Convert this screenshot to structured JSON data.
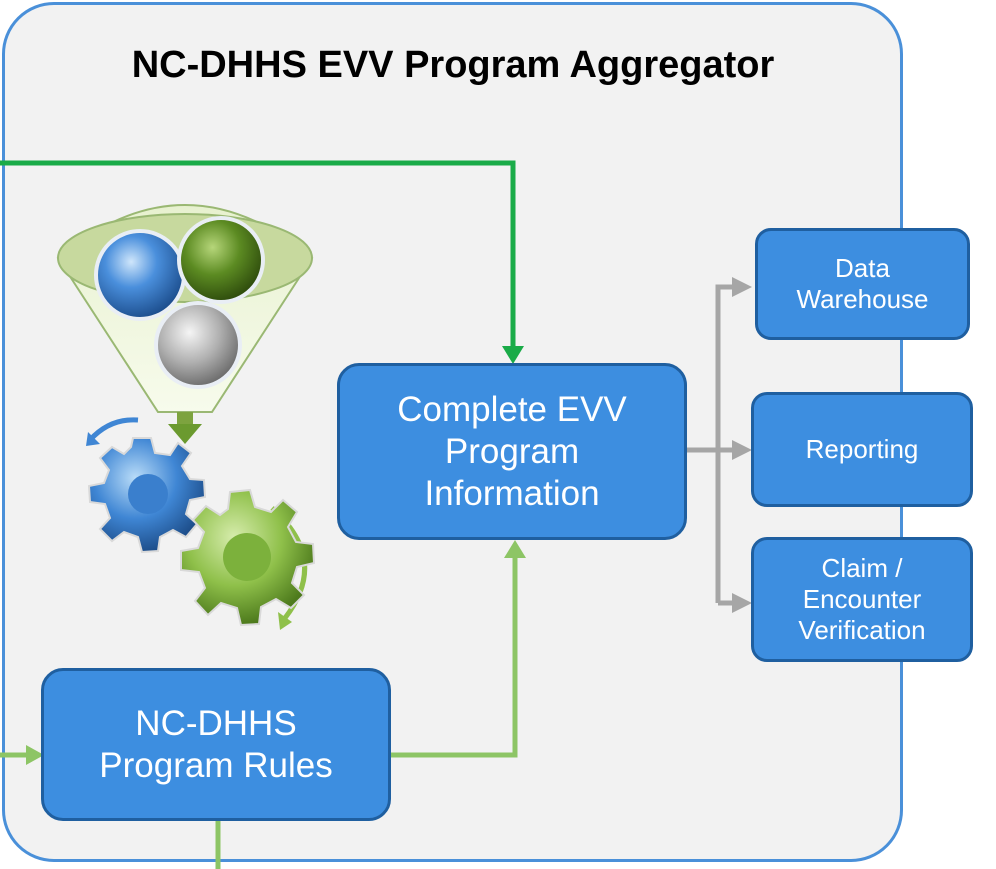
{
  "title": "NC-DHHS EVV Program Aggregator",
  "boxes": {
    "complete": [
      "Complete EVV",
      "Program",
      "Information"
    ],
    "rules": [
      "NC-DHHS",
      "Program Rules"
    ],
    "outputs": {
      "warehouse": [
        "Data",
        "Warehouse"
      ],
      "reporting": [
        "Reporting"
      ],
      "claim": [
        "Claim /",
        "Encounter",
        "Verification"
      ]
    }
  },
  "colors": {
    "frame_border": "#4a90d9",
    "frame_fill": "#f2f2f2",
    "box_fill": "#3d8ee0",
    "box_border": "#1f5fa0",
    "dark_green_arrow": "#1aab48",
    "light_green_arrow": "#8dc565",
    "gray_arrow": "#a6a6a6"
  },
  "icons": [
    "funnel-icon",
    "blue-ball-icon",
    "green-ball-icon",
    "gray-ball-icon",
    "down-arrow-icon",
    "blue-gear-icon",
    "green-gear-icon"
  ]
}
